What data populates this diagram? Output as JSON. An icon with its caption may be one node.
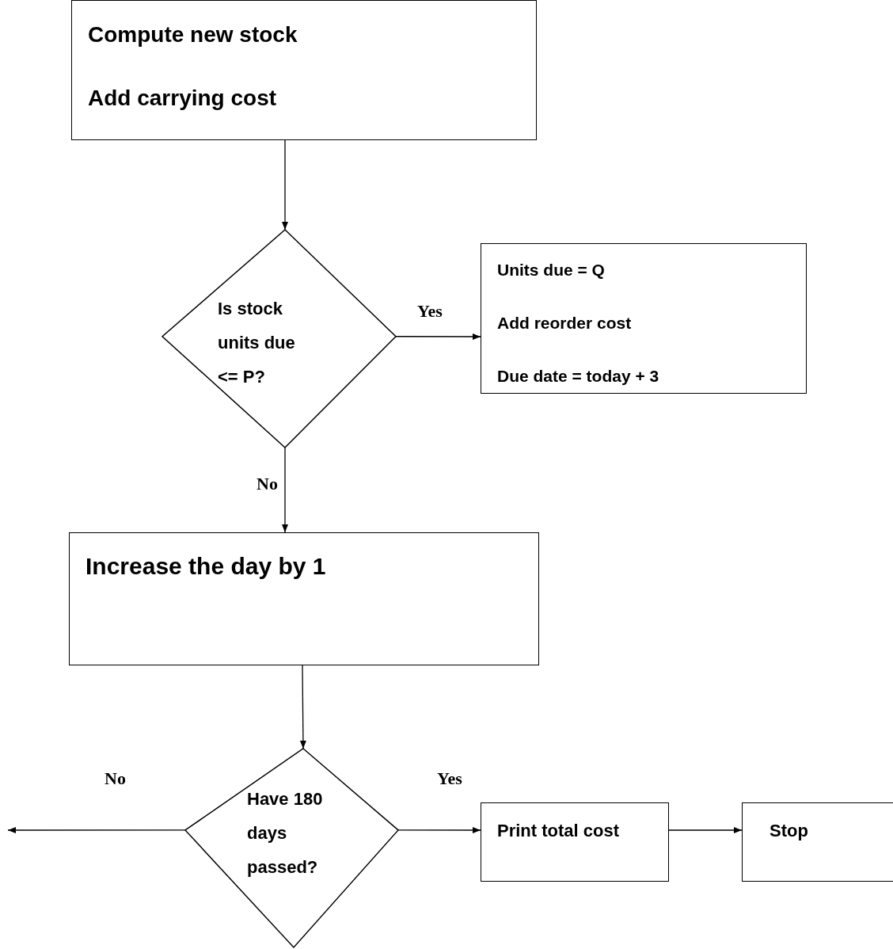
{
  "diagram": {
    "nodes": [
      {
        "text": [
          "Compute new stock",
          "Add carrying cost"
        ]
      },
      {
        "text": [
          "Is stock units due <= P?"
        ]
      },
      {
        "text": [
          "Units due = Q",
          "Add reorder cost",
          "Due date = today + 3"
        ]
      },
      {
        "text": [
          "Increase the day by 1"
        ]
      },
      {
        "text": [
          "Have 180 days passed?"
        ]
      },
      {
        "text": [
          "Print total cost"
        ]
      },
      {
        "text": [
          "Stop"
        ]
      }
    ],
    "edges": [
      {
        "from": 0,
        "to": 1,
        "arrow": "to"
      },
      {
        "from": 1,
        "to": 2,
        "arrow": "to",
        "label": "Yes"
      },
      {
        "from": 1,
        "to": 3,
        "arrow": "to",
        "label": "No"
      },
      {
        "from": 3,
        "to": 4,
        "arrow": "to"
      },
      {
        "from": 4,
        "to": null,
        "arrow": "to",
        "label": "No"
      },
      {
        "from": 4,
        "to": 5,
        "arrow": "to",
        "label": "Yes"
      },
      {
        "from": 5,
        "to": 6,
        "arrow": "to"
      }
    ]
  }
}
